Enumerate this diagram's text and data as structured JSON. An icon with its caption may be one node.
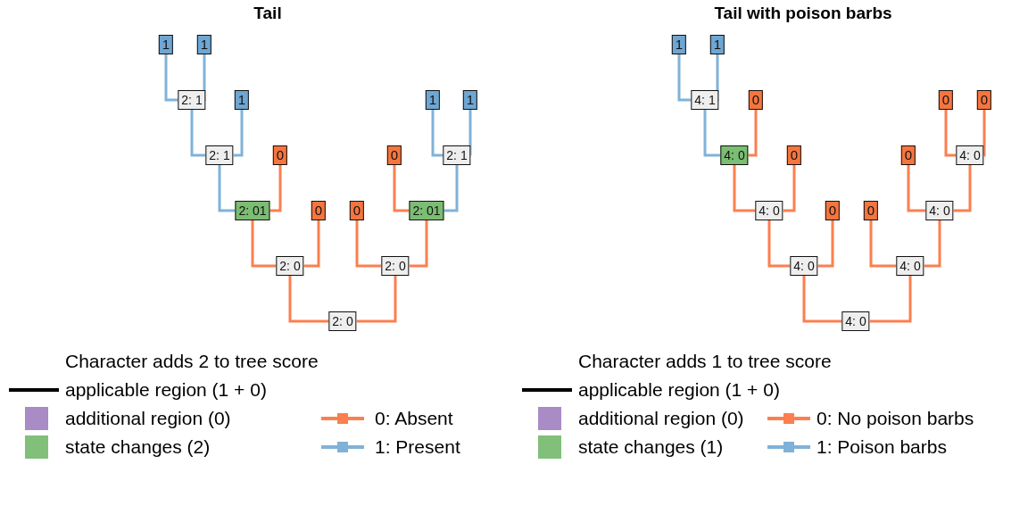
{
  "diagram": {
    "nodes": [
      {
        "text": [
          "1"
        ]
      },
      {
        "text": [
          "1"
        ]
      },
      {
        "text": [
          "2: 1"
        ]
      },
      {
        "text": [
          "1"
        ]
      },
      {
        "text": [
          "1"
        ]
      },
      {
        "text": [
          "1"
        ]
      },
      {
        "text": [
          "2: 1"
        ]
      },
      {
        "text": [
          "0"
        ]
      },
      {
        "text": [
          "0"
        ]
      },
      {
        "text": [
          "2: 1"
        ]
      },
      {
        "text": [
          "2: 01"
        ]
      },
      {
        "text": [
          "0"
        ]
      },
      {
        "text": [
          "0"
        ]
      },
      {
        "text": [
          "2: 01"
        ]
      },
      {
        "text": [
          "2: 0"
        ]
      },
      {
        "text": [
          "2: 0"
        ]
      },
      {
        "text": [
          "2: 0"
        ]
      },
      {
        "text": [
          "1"
        ]
      },
      {
        "text": [
          "1"
        ]
      },
      {
        "text": [
          "4: 1"
        ]
      },
      {
        "text": [
          "0"
        ]
      },
      {
        "text": [
          "0"
        ]
      },
      {
        "text": [
          "0"
        ]
      },
      {
        "text": [
          "4: 0"
        ]
      },
      {
        "text": [
          "0"
        ]
      },
      {
        "text": [
          "0"
        ]
      },
      {
        "text": [
          "4: 0"
        ]
      },
      {
        "text": [
          "4: 0"
        ]
      },
      {
        "text": [
          "0"
        ]
      },
      {
        "text": [
          "0"
        ]
      },
      {
        "text": [
          "4: 0"
        ]
      },
      {
        "text": [
          "4: 0"
        ]
      },
      {
        "text": [
          "4: 0"
        ]
      },
      {
        "text": [
          "4: 0"
        ]
      }
    ],
    "edges": [
      {
        "from": 0,
        "to": 2,
        "arrow": "none",
        "color": "#80b2d8"
      },
      {
        "from": 1,
        "to": 2,
        "arrow": "none",
        "color": "#80b2d8"
      },
      {
        "from": 2,
        "to": 6,
        "arrow": "none",
        "color": "#80b2d8"
      },
      {
        "from": 3,
        "to": 6,
        "arrow": "none",
        "color": "#80b2d8"
      },
      {
        "from": 6,
        "to": 10,
        "arrow": "none",
        "color": "#80b2d8"
      },
      {
        "from": 7,
        "to": 10,
        "arrow": "none",
        "color": "#fb7f4f"
      },
      {
        "from": 10,
        "to": 14,
        "arrow": "none",
        "color": "#fb7f4f"
      },
      {
        "from": 11,
        "to": 14,
        "arrow": "none",
        "color": "#fb7f4f"
      },
      {
        "from": 4,
        "to": 9,
        "arrow": "none",
        "color": "#80b2d8"
      },
      {
        "from": 5,
        "to": 9,
        "arrow": "none",
        "color": "#80b2d8"
      },
      {
        "from": 9,
        "to": 13,
        "arrow": "none",
        "color": "#80b2d8"
      },
      {
        "from": 8,
        "to": 13,
        "arrow": "none",
        "color": "#fb7f4f"
      },
      {
        "from": 13,
        "to": 15,
        "arrow": "none",
        "color": "#fb7f4f"
      },
      {
        "from": 12,
        "to": 15,
        "arrow": "none",
        "color": "#fb7f4f"
      },
      {
        "from": 14,
        "to": 16,
        "arrow": "none",
        "color": "#fb7f4f"
      },
      {
        "from": 15,
        "to": 16,
        "arrow": "none",
        "color": "#fb7f4f"
      },
      {
        "from": 17,
        "to": 19,
        "arrow": "none",
        "color": "#80b2d8"
      },
      {
        "from": 18,
        "to": 19,
        "arrow": "none",
        "color": "#80b2d8"
      },
      {
        "from": 19,
        "to": 23,
        "arrow": "none",
        "color": "#80b2d8"
      },
      {
        "from": 20,
        "to": 23,
        "arrow": "none",
        "color": "#fb7f4f"
      },
      {
        "from": 23,
        "to": 27,
        "arrow": "none",
        "color": "#fb7f4f"
      },
      {
        "from": 24,
        "to": 27,
        "arrow": "none",
        "color": "#fb7f4f"
      },
      {
        "from": 27,
        "to": 31,
        "arrow": "none",
        "color": "#fb7f4f"
      },
      {
        "from": 28,
        "to": 31,
        "arrow": "none",
        "color": "#fb7f4f"
      },
      {
        "from": 21,
        "to": 26,
        "arrow": "none",
        "color": "#fb7f4f"
      },
      {
        "from": 22,
        "to": 26,
        "arrow": "none",
        "color": "#fb7f4f"
      },
      {
        "from": 26,
        "to": 30,
        "arrow": "none",
        "color": "#fb7f4f"
      },
      {
        "from": 25,
        "to": 30,
        "arrow": "none",
        "color": "#fb7f4f"
      },
      {
        "from": 30,
        "to": 32,
        "arrow": "none",
        "color": "#fb7f4f"
      },
      {
        "from": 29,
        "to": 32,
        "arrow": "none",
        "color": "#fb7f4f"
      },
      {
        "from": 31,
        "to": 33,
        "arrow": "none",
        "color": "#fb7f4f"
      },
      {
        "from": 32,
        "to": 33,
        "arrow": "none",
        "color": "#fb7f4f"
      }
    ],
    "labels": [
      "Tail",
      "Tail with poison barbs",
      "Character adds 2 to tree score",
      "Character adds 1 to tree score"
    ],
    "legend": [
      {
        "text": "applicable region (1 + 0)"
      },
      {
        "text": "additional region (0)",
        "color": "#a98bc6"
      },
      {
        "text": "state changes (2)",
        "color": "#80c07a"
      },
      {
        "text": "0: Absent"
      },
      {
        "text": "1: Present"
      },
      {
        "text": "applicable region (1 + 0)"
      },
      {
        "text": "additional region (0)",
        "color": "#a98bc6"
      },
      {
        "text": "state changes (1)",
        "color": "#80c07a"
      },
      {
        "text": "0: No poison barbs"
      },
      {
        "text": "1: Poison barbs"
      }
    ]
  }
}
